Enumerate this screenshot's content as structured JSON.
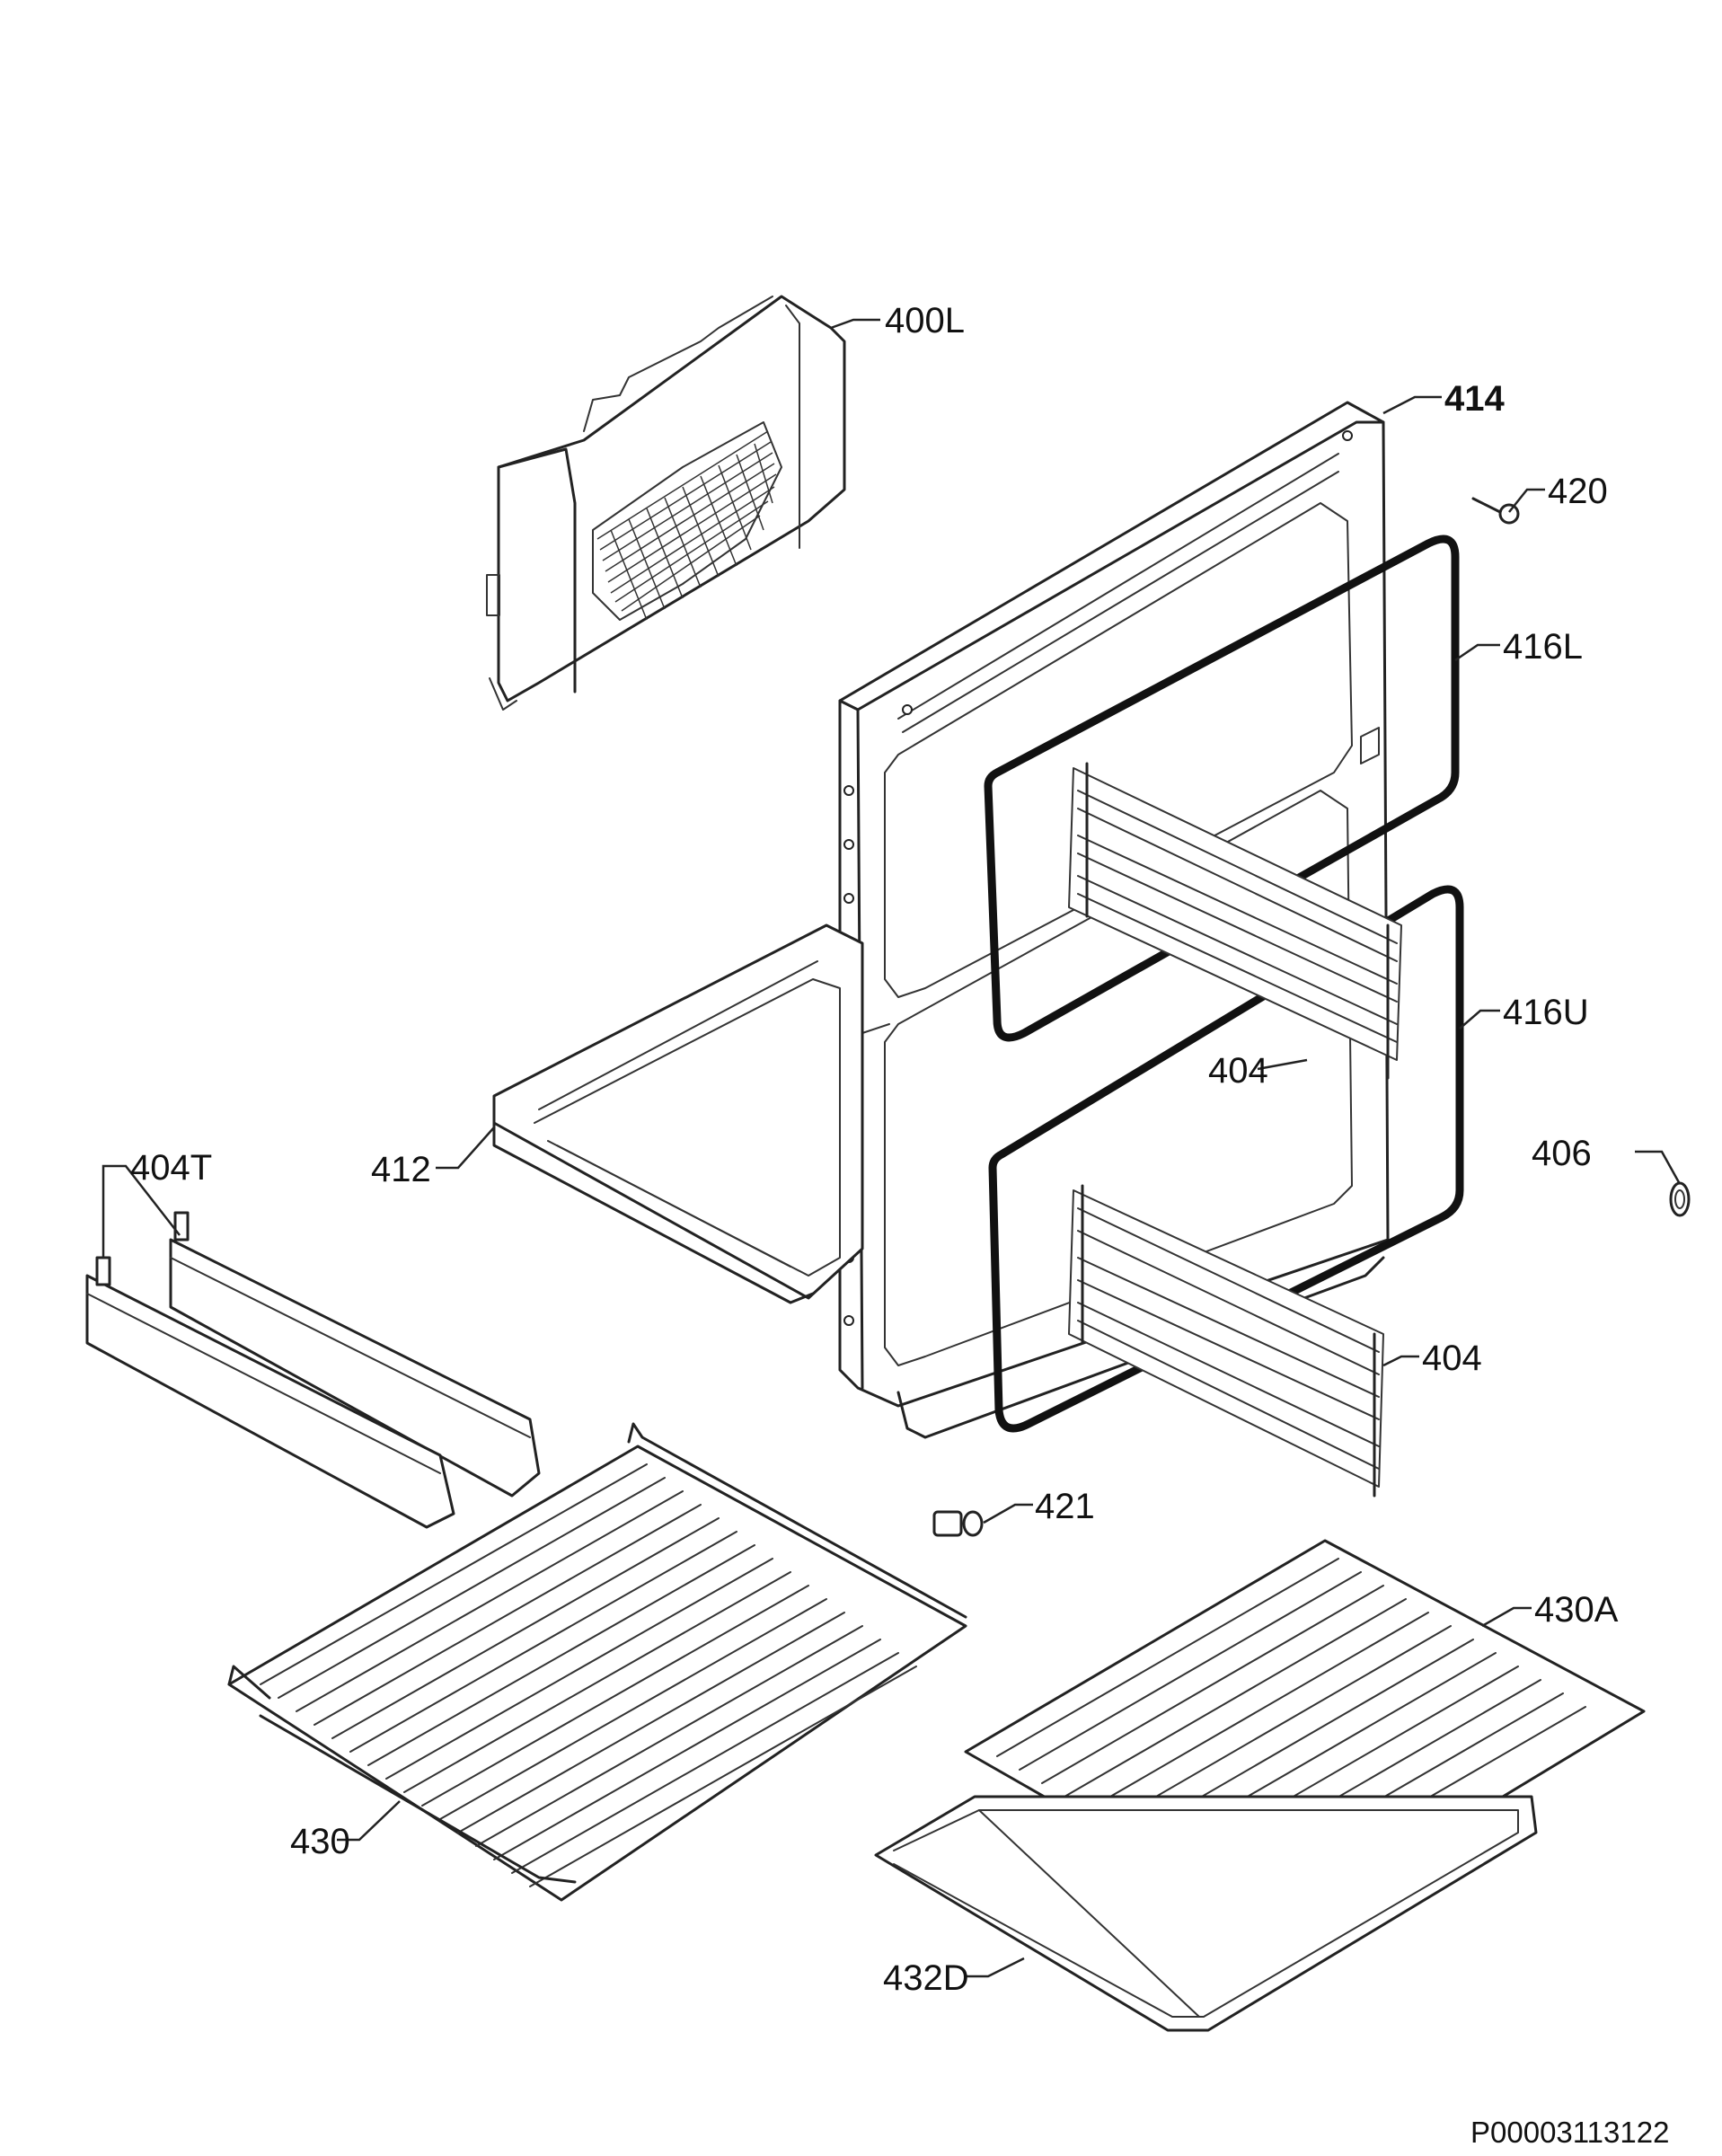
{
  "labels": {
    "p400L": "400L",
    "p414": "414",
    "p420": "420",
    "p416L": "416L",
    "p416U": "416U",
    "p404a": "404",
    "p404b": "404",
    "p406": "406",
    "p404T": "404T",
    "p412": "412",
    "p421": "421",
    "p430A": "430A",
    "p430": "430",
    "p432D": "432D"
  },
  "reference": "P00003113122"
}
